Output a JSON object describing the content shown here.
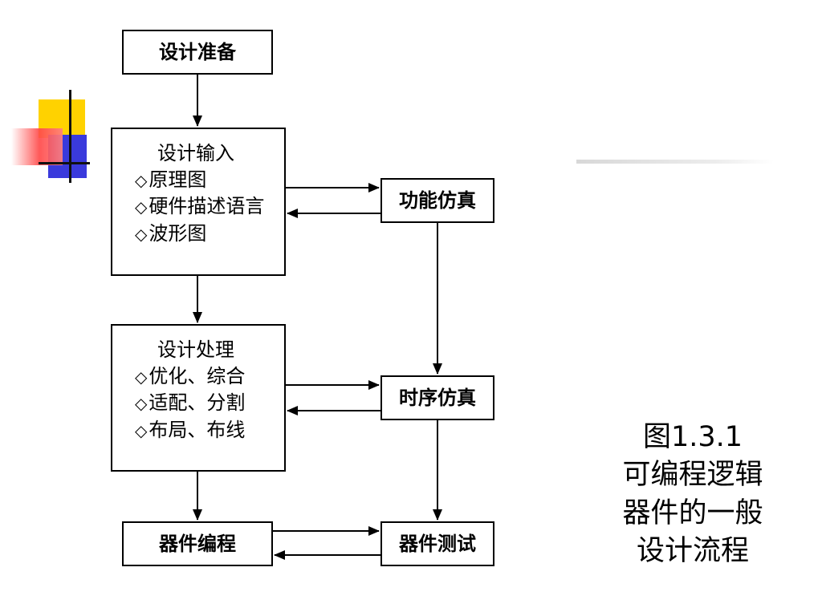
{
  "flowchart": {
    "boxes": {
      "prep": {
        "label": "设计准备"
      },
      "input": {
        "title": "设计输入",
        "items": [
          "原理图",
          "硬件描述语言",
          "波形图"
        ]
      },
      "proc": {
        "title": "设计处理",
        "items": [
          "优化、综合",
          "适配、分割",
          "布局、布线"
        ]
      },
      "prog": {
        "label": "器件编程"
      },
      "funcsim": {
        "label": "功能仿真"
      },
      "timesim": {
        "label": "时序仿真"
      },
      "test": {
        "label": "器件测试"
      }
    },
    "bullet_symbol": "◇",
    "edges": [
      {
        "from": "prep",
        "to": "input"
      },
      {
        "from": "input",
        "to": "proc"
      },
      {
        "from": "proc",
        "to": "prog"
      },
      {
        "from": "input",
        "to": "funcsim"
      },
      {
        "from": "funcsim",
        "to": "input"
      },
      {
        "from": "funcsim",
        "to": "timesim"
      },
      {
        "from": "proc",
        "to": "timesim"
      },
      {
        "from": "timesim",
        "to": "proc"
      },
      {
        "from": "timesim",
        "to": "test"
      },
      {
        "from": "prog",
        "to": "test"
      },
      {
        "from": "test",
        "to": "prog"
      }
    ]
  },
  "caption": {
    "prefix": "图",
    "number": "1.3.1",
    "line2": "可编程逻辑",
    "line3": "器件的一般",
    "line4": "设计流程"
  },
  "ornament": {
    "colors": {
      "yellow": "#ffd200",
      "blue": "#3a3adc",
      "red": "#ff4a4a"
    }
  }
}
